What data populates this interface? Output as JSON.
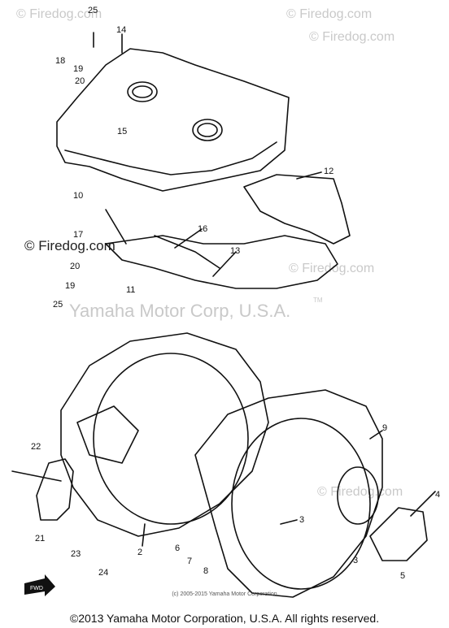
{
  "watermarks": {
    "top_left": "© Firedog.com",
    "top_right": "© Firedog.com",
    "mid_left": "© Firedog.com",
    "mid_right": "© Firedog.com",
    "right_lower": "© Firedog.com",
    "yamaha": "Yamaha Motor Corp, U.S.A.",
    "tm": "TM"
  },
  "callouts": [
    "25",
    "14",
    "18",
    "19",
    "20",
    "15",
    "10",
    "12",
    "17",
    "16",
    "13",
    "20",
    "19",
    "11",
    "25",
    "9",
    "22",
    "4",
    "3",
    "3",
    "6",
    "7",
    "8",
    "2",
    "21",
    "23",
    "24",
    "5"
  ],
  "small_copyright": "(c) 2005-2015 Yamaha Motor Corporation",
  "footer": "©2013 Yamaha Motor Corporation, U.S.A. All rights reserved.",
  "fwd_label": "FWD"
}
